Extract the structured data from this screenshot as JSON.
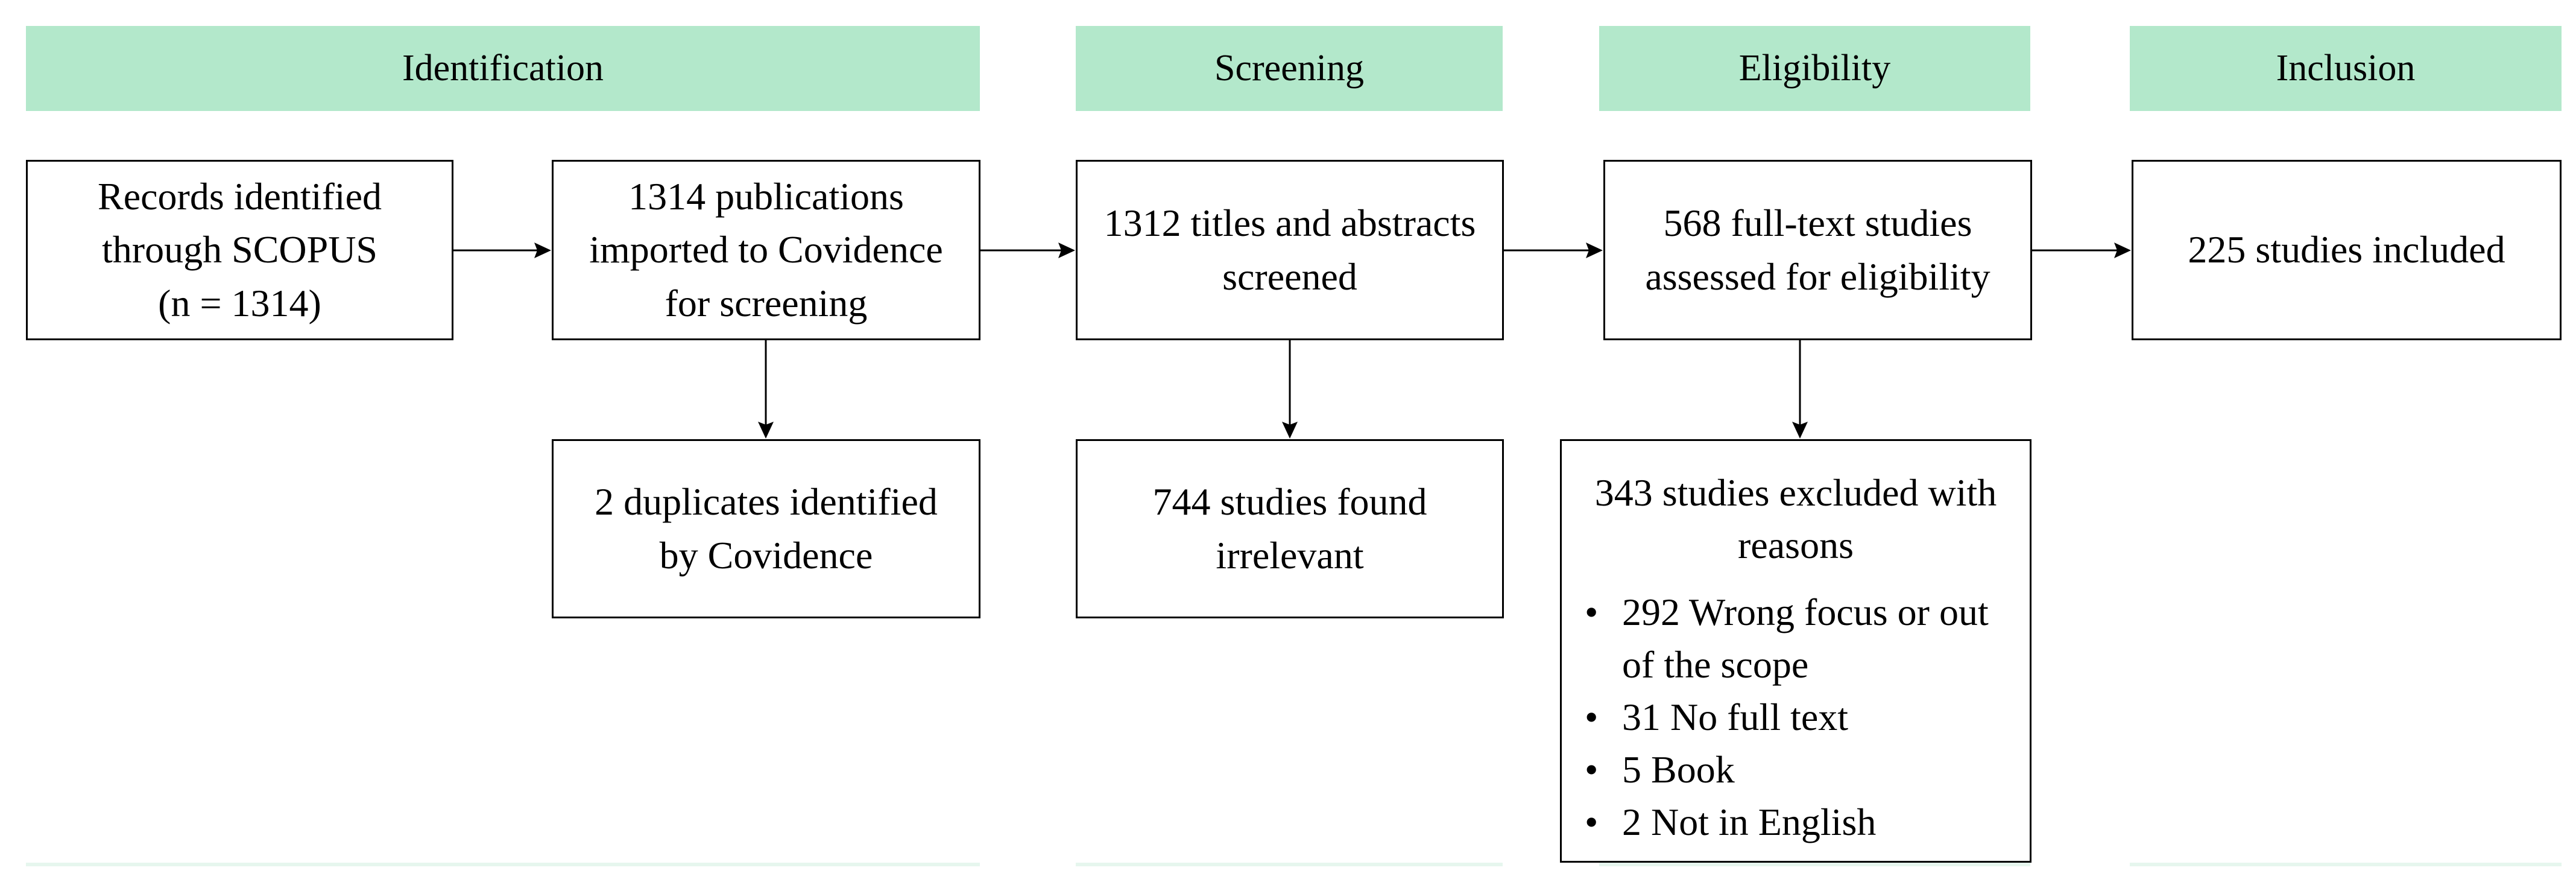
{
  "phases": [
    {
      "label": "Identification"
    },
    {
      "label": "Screening"
    },
    {
      "label": "Eligibility"
    },
    {
      "label": "Inclusion"
    }
  ],
  "boxes": {
    "records_identified": {
      "lines": [
        "Records identified",
        "through SCOPUS",
        "(n = 1314)"
      ]
    },
    "imported": {
      "lines": [
        "1314 publications",
        "imported to Covidence",
        "for screening"
      ]
    },
    "screened": {
      "lines": [
        "1312 titles and abstracts",
        "screened"
      ]
    },
    "fulltext": {
      "lines": [
        "568 full-text studies",
        "assessed for eligibility"
      ]
    },
    "included": {
      "lines": [
        "225 studies included"
      ]
    },
    "duplicates": {
      "lines": [
        "2 duplicates identified",
        "by Covidence"
      ]
    },
    "irrelevant": {
      "lines": [
        "744 studies found",
        "irrelevant"
      ]
    },
    "excluded": {
      "lines": [
        "343 studies excluded with",
        "reasons"
      ],
      "reasons": [
        "292 Wrong focus or out of the scope",
        "31 No full text",
        "5 Book",
        "2 Not in English"
      ]
    }
  },
  "colors": {
    "header_fill": "#b3e8cb",
    "border": "#000000"
  }
}
